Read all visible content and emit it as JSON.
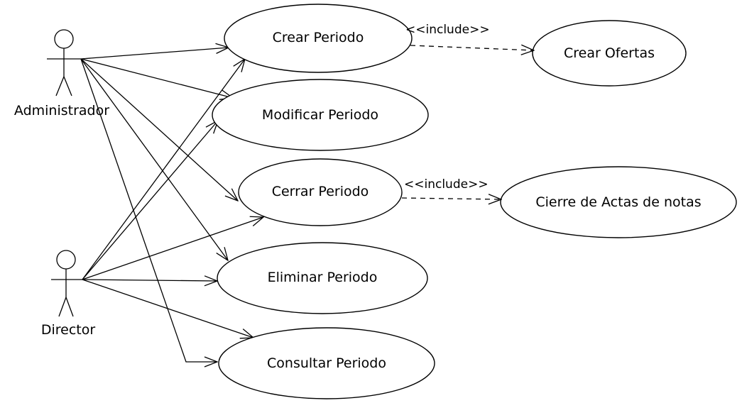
{
  "actors": {
    "administrador": "Administrador",
    "director": "Director"
  },
  "use_cases": {
    "crear_periodo": "Crear Periodo",
    "modificar_periodo": "Modificar Periodo",
    "cerrar_periodo": "Cerrar Periodo",
    "eliminar_periodo": "Eliminar Periodo",
    "consultar_periodo": "Consultar Periodo",
    "crear_ofertas": "Crear Ofertas",
    "cierre_actas": "Cierre de Actas de notas"
  },
  "relations": {
    "include_label": "<<include>>"
  }
}
